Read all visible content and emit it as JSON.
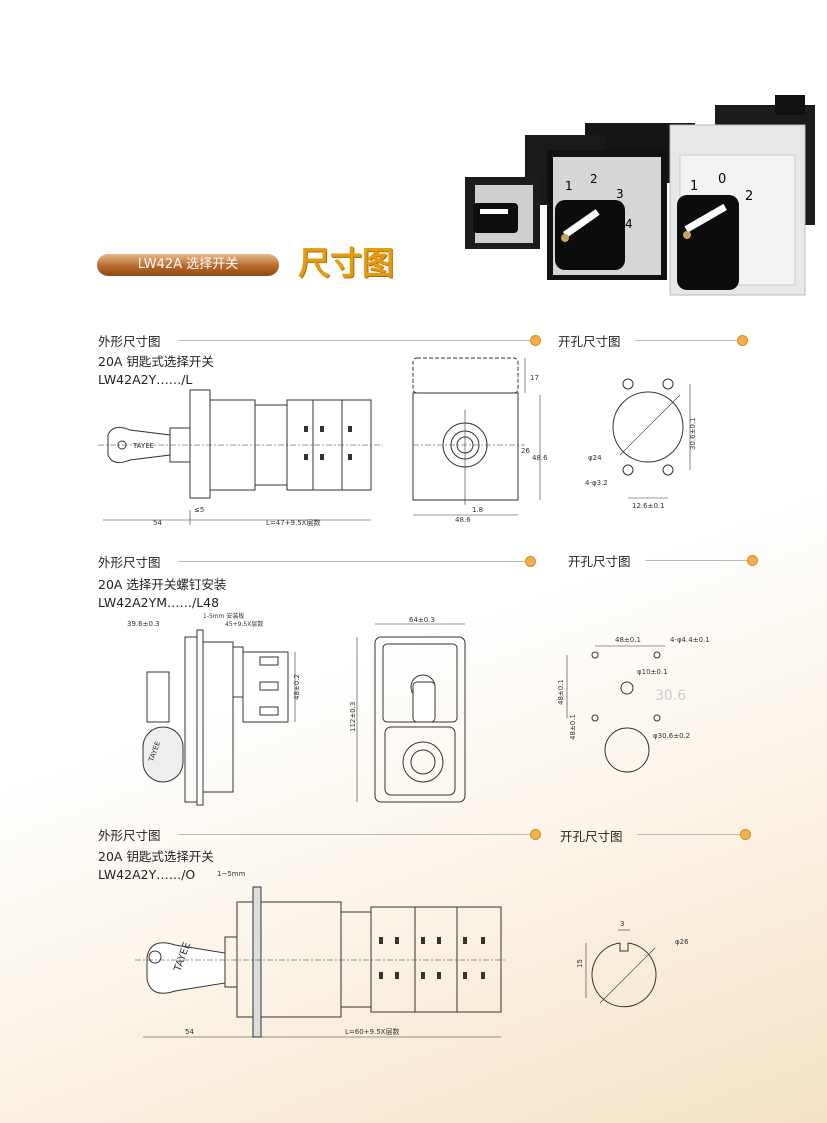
{
  "header": {
    "product_pill": "LW42A 选择开关",
    "page_title": "尺寸图"
  },
  "sections": [
    {
      "outline_title": "外形尺寸图",
      "cutout_title": "开孔尺寸图",
      "desc": "20A 钥匙式选择开关",
      "model": "LW42A2Y……/L",
      "dims": {
        "d17": "17",
        "d26": "26",
        "d48_6": "48.6",
        "d1_8": "1.8",
        "d48_6b": "48.6",
        "d54": "54",
        "d5": "≤5",
        "length": "L=47+9.5X层数",
        "phi24": "φ24",
        "phi3_2": "4-φ3.2",
        "d30_6": "30.6±0.1",
        "d12_6": "12.6±0.1"
      }
    },
    {
      "outline_title": "外形尺寸图",
      "cutout_title": "开孔尺寸图",
      "desc": "20A 选择开关螺钉安装",
      "model": "LW42A2YM……/L48",
      "dims": {
        "d39_6": "39.6±0.3",
        "panel": "1-5mm 安装板",
        "len": "45+9.5X层数",
        "d48_2": "48±0.2",
        "d64": "64±0.3",
        "d112": "112±0.3",
        "d48_1": "48±0.1",
        "phi4_4": "4-φ4.4±0.1",
        "phi10": "φ10±0.1",
        "d48v": "48±0.1",
        "d48v2": "48±0.1",
        "phi30_6": "φ30.6±0.2",
        "wm": "30.6"
      }
    },
    {
      "outline_title": "外形尺寸图",
      "cutout_title": "开孔尺寸图",
      "desc": "20A 钥匙式选择开关",
      "model": "LW42A2Y……/O",
      "dims": {
        "d1_5": "1~5mm",
        "d54": "54",
        "length": "L=60+9.5X层数",
        "d3": "3",
        "d15": "15",
        "phi26": "φ26"
      }
    }
  ],
  "brand": "TAYEE",
  "knob_labels": {
    "k1": "1",
    "k2": "2",
    "k3": "3",
    "k4": "4",
    "k0": "0"
  }
}
